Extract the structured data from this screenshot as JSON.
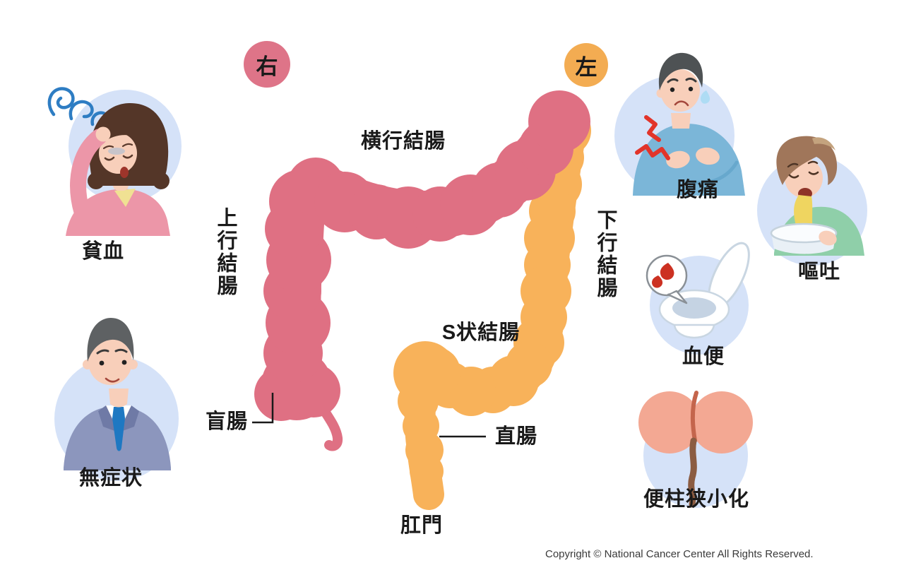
{
  "page": {
    "copyright": "Copyright © National Cancer Center All Rights Reserved."
  },
  "orientation": {
    "right": "右",
    "left": "左"
  },
  "anatomy": {
    "transverse_colon": "横行結腸",
    "ascending_colon": "上行結腸",
    "descending_colon": "下行結腸",
    "sigmoid_colon": "S状結腸",
    "cecum": "盲腸",
    "rectum": "直腸",
    "anus": "肛門"
  },
  "symptoms": [
    {
      "id": "anemia",
      "label": "貧血"
    },
    {
      "id": "asymptomatic",
      "label": "無症状"
    },
    {
      "id": "abdominal_pain",
      "label": "腹痛"
    },
    {
      "id": "vomiting",
      "label": "嘔吐"
    },
    {
      "id": "bloody_stool",
      "label": "血便"
    },
    {
      "id": "stool_narrowing",
      "label": "便柱狭小化"
    }
  ],
  "colors": {
    "right_colon": "#DF7083",
    "left_colon": "#F8B25A",
    "right_badge": "#DE7488",
    "left_badge": "#F3AC52",
    "figure_circle": "#D5E2F8",
    "text": "#1A1A1A"
  }
}
